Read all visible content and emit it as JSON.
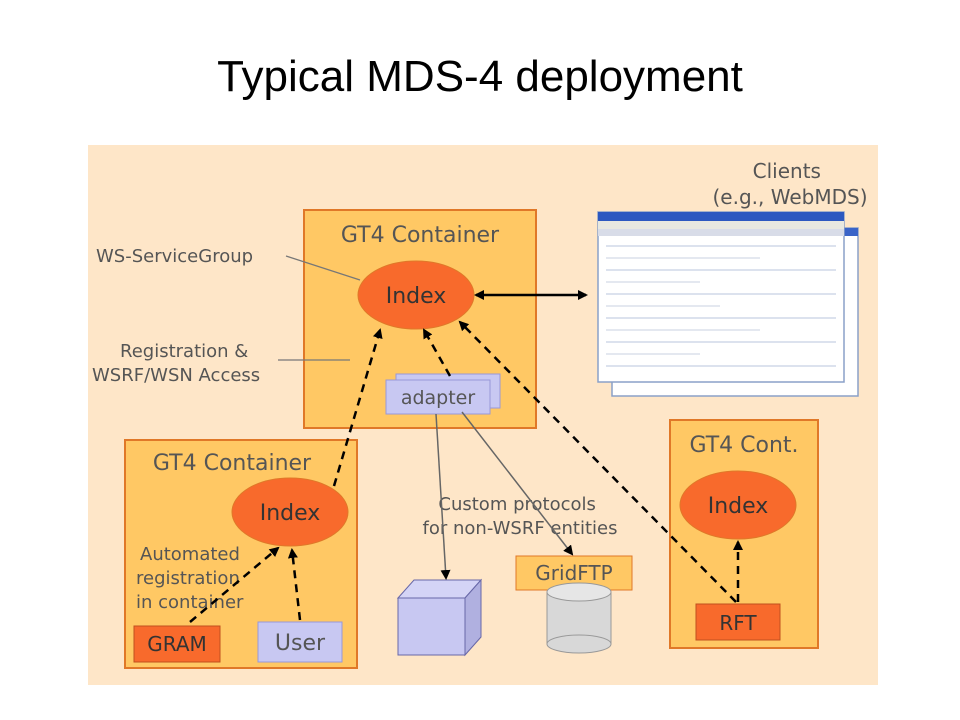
{
  "slide": {
    "title": "Typical MDS-4 deployment"
  },
  "diagram": {
    "main_container": {
      "title": "GT4 Container",
      "index": "Index",
      "adapter": "adapter"
    },
    "left_container": {
      "title": "GT4 Container",
      "index": "Index",
      "note": [
        "Automated",
        "registration",
        "in container"
      ],
      "gram": "GRAM",
      "user": "User"
    },
    "right_container": {
      "title": "GT4 Cont.",
      "index": "Index",
      "rft": "RFT"
    },
    "clients": [
      "Clients",
      "(e.g., WebMDS)"
    ],
    "labels": {
      "ws_servicegroup": "WS-ServiceGroup",
      "registration": [
        "Registration &",
        "WSRF/WSN Access"
      ],
      "custom_protocols": [
        "Custom protocols",
        "for non-WSRF entities"
      ]
    },
    "gridftp": "GridFTP",
    "colors": {
      "background": "#FEE6C8",
      "container": "#FFC864",
      "index": "#F86A2C",
      "lavender": "#C8C8F2",
      "border": "#E07828",
      "storage": "#D8D8D8"
    }
  }
}
